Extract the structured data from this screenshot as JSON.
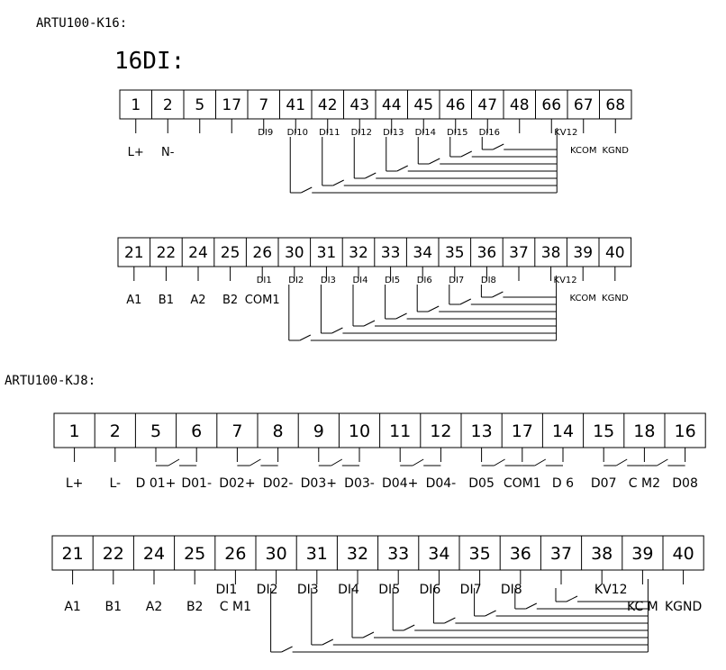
{
  "blocks": [
    {
      "title": "ARTU100-K16:",
      "subtitle": "16DI:",
      "rows": [
        {
          "terminals": [
            "1",
            "2",
            "5",
            "17",
            "7",
            "41",
            "42",
            "43",
            "44",
            "45",
            "46",
            "47",
            "48",
            "66",
            "67",
            "68"
          ],
          "labels": [
            {
              "idx": 0,
              "text": "L+"
            },
            {
              "idx": 1,
              "text": "N-"
            },
            {
              "idx": 4,
              "text": "DI9"
            },
            {
              "idx": 5,
              "text": "DI10"
            },
            {
              "idx": 6,
              "text": "DI11"
            },
            {
              "idx": 7,
              "text": "DI12"
            },
            {
              "idx": 8,
              "text": "DI13"
            },
            {
              "idx": 9,
              "text": "DI14"
            },
            {
              "idx": 10,
              "text": "DI15"
            },
            {
              "idx": 11,
              "text": "DI16"
            },
            {
              "idx": 13,
              "text": "KV12"
            },
            {
              "idx": 14,
              "text": "KCOM"
            },
            {
              "idx": 15,
              "text": "KGND"
            }
          ]
        },
        {
          "terminals": [
            "21",
            "22",
            "24",
            "25",
            "26",
            "30",
            "31",
            "32",
            "33",
            "34",
            "35",
            "36",
            "37",
            "38",
            "39",
            "40"
          ],
          "labels": [
            {
              "idx": 0,
              "text": "A1"
            },
            {
              "idx": 1,
              "text": "B1"
            },
            {
              "idx": 2,
              "text": "A2"
            },
            {
              "idx": 3,
              "text": "B2"
            },
            {
              "idx": 4,
              "text": "COM1"
            },
            {
              "idx": 4,
              "text": "DI1"
            },
            {
              "idx": 5,
              "text": "DI2"
            },
            {
              "idx": 6,
              "text": "DI3"
            },
            {
              "idx": 7,
              "text": "DI4"
            },
            {
              "idx": 8,
              "text": "DI5"
            },
            {
              "idx": 9,
              "text": "DI6"
            },
            {
              "idx": 10,
              "text": "DI7"
            },
            {
              "idx": 11,
              "text": "DI8"
            },
            {
              "idx": 13,
              "text": "KV12"
            },
            {
              "idx": 14,
              "text": "KCOM"
            },
            {
              "idx": 15,
              "text": "KGND"
            }
          ]
        }
      ]
    },
    {
      "title": "ARTU100-KJ8:",
      "rows": [
        {
          "terminals": [
            "1",
            "2",
            "5",
            "6",
            "7",
            "8",
            "9",
            "10",
            "11",
            "12",
            "13",
            "17",
            "14",
            "15",
            "18",
            "16"
          ],
          "labels": [
            {
              "idx": 0,
              "text": "L+"
            },
            {
              "idx": 1,
              "text": "L-"
            },
            {
              "idx": 2,
              "text": "D 01+"
            },
            {
              "idx": 3,
              "text": "D01-"
            },
            {
              "idx": 4,
              "text": "D02+"
            },
            {
              "idx": 5,
              "text": "D02-"
            },
            {
              "idx": 6,
              "text": "D03+"
            },
            {
              "idx": 7,
              "text": "D03-"
            },
            {
              "idx": 8,
              "text": "D04+"
            },
            {
              "idx": 9,
              "text": "D04-"
            },
            {
              "idx": 10,
              "text": "D05"
            },
            {
              "idx": 11,
              "text": "COM1"
            },
            {
              "idx": 12,
              "text": "D 6"
            },
            {
              "idx": 13,
              "text": "D07"
            },
            {
              "idx": 14,
              "text": "C M2"
            },
            {
              "idx": 15,
              "text": "D08"
            }
          ]
        },
        {
          "terminals": [
            "21",
            "22",
            "24",
            "25",
            "26",
            "30",
            "31",
            "32",
            "33",
            "34",
            "35",
            "36",
            "37",
            "38",
            "39",
            "40"
          ],
          "labels": [
            {
              "idx": 0,
              "text": "A1"
            },
            {
              "idx": 1,
              "text": "B1"
            },
            {
              "idx": 2,
              "text": "A2"
            },
            {
              "idx": 3,
              "text": "B2"
            },
            {
              "idx": 4,
              "text": "C M1"
            },
            {
              "idx": 4,
              "text": "DI1"
            },
            {
              "idx": 5,
              "text": "DI2"
            },
            {
              "idx": 6,
              "text": "DI3"
            },
            {
              "idx": 7,
              "text": "DI4"
            },
            {
              "idx": 8,
              "text": "DI5"
            },
            {
              "idx": 9,
              "text": "DI6"
            },
            {
              "idx": 10,
              "text": "DI7"
            },
            {
              "idx": 11,
              "text": "DI8"
            },
            {
              "idx": 13,
              "text": "KV12"
            },
            {
              "idx": 14,
              "text": "KC M"
            },
            {
              "idx": 15,
              "text": "KGND"
            }
          ]
        }
      ]
    }
  ]
}
